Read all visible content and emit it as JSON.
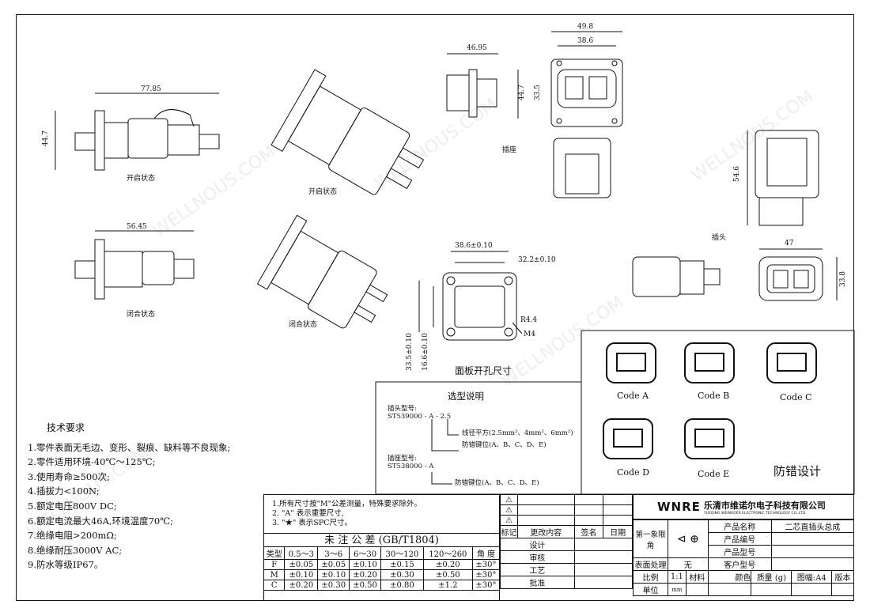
{
  "views": {
    "open_state_1": "开启状态",
    "open_state_2": "开启状态",
    "closed_state_1": "闭合状态",
    "closed_state_2": "闭合状态",
    "socket": "插座",
    "plug": "插头",
    "panel_cutout": "面板开孔尺寸",
    "anti_mismatch": "防错设计"
  },
  "dimensions": {
    "d77_85": "77.85",
    "d44_7a": "44.7",
    "d56_45": "56.45",
    "d46_95": "46.95",
    "d49_8": "49.8",
    "d38_6": "38.6",
    "d44_7b": "44.7",
    "d33_5": "33.5",
    "d54_6": "54.6",
    "d47": "47",
    "d33_8": "33.8",
    "cut_38_6": "38.6±0.10",
    "cut_32_2": "32.2±0.10",
    "cut_r": "R4.4",
    "cut_m4": "M4",
    "cut_33_5": "33.5±0.10",
    "cut_16_6": "16.6±0.10"
  },
  "codes": [
    "Code  A",
    "Code  B",
    "Code  C",
    "Code  D",
    "Code  E"
  ],
  "selection": {
    "title": "选型说明",
    "plug_label": "插头型号:",
    "plug_model": "ST539000 - A - 2.5",
    "wire_desc": "线径平方(2.5mm²、4mm²、6mm²)",
    "key_desc": "防错键位(A、B、C、D、E)",
    "socket_label": "插座型号:",
    "socket_model": "ST538000 - A",
    "socket_key_desc": "防错键位(A、B、C、D、E)"
  },
  "requirements": {
    "title": "技术要求",
    "items": [
      "1.零件表面无毛边、变形、裂痕、缺料等不良现象;",
      "2.零件适用环境-40℃～125℃;",
      "3.使用寿命≥500次;",
      "4.插拔力<100N;",
      "5.额定电压800V DC;",
      "6.额定电流最大46A,环境温度70℃;",
      "7.绝缘电阻>200mΩ;",
      "8.绝缘耐压3000V AC;",
      "9.防水等级IP67。"
    ]
  },
  "notes": [
    "1.所有尺寸按\"M\"公差测量，特殊要求除外。",
    "2. \"A\" 表示重要尺寸,",
    "3. \"★\" 表示SPC尺寸。"
  ],
  "tolerance": {
    "title": "未 注 公 差  (GB/T1804)",
    "header": [
      "类型",
      "0.5～3",
      "3～6",
      "6～30",
      "30～120",
      "120～260",
      "角 度"
    ],
    "rows": [
      [
        "F",
        "±0.05",
        "±0.05",
        "±0.10",
        "±0.15",
        "±0.20",
        "±30°"
      ],
      [
        "M",
        "±0.10",
        "±0.10",
        "±0.20",
        "±0.30",
        "±0.50",
        "±30°"
      ],
      [
        "C",
        "±0.20",
        "±0.30",
        "±0.50",
        "±0.80",
        "±1.2",
        "±30°"
      ]
    ]
  },
  "revision": {
    "mark": "标记",
    "content": "更改内容",
    "sign": "签名",
    "date": "日期",
    "roles": [
      "设计",
      "审核",
      "工艺",
      "批准"
    ]
  },
  "titleblock": {
    "logo": "WNRE",
    "company": "乐清市维诺尔电子科技有限公司",
    "company_en": "YUEQING WEINUOER ELECTRONIC TECHNOLOGY CO.,LTD.",
    "projection": "第一象限角",
    "product_name_label": "产品名称",
    "product_name": "二芯直插头总成",
    "product_no_label": "产品编号",
    "product_type_label": "产品型号",
    "customer_type_label": "客户型号",
    "surface_label": "表面处理",
    "surface": "无",
    "scale_label": "比例",
    "scale": "1:1",
    "material_label": "材料",
    "color_label": "颜色",
    "mass_label": "质量 (g)",
    "sheet": "图幅:A4",
    "version_label": "版本",
    "unit_label": "单位",
    "unit": "mm"
  }
}
